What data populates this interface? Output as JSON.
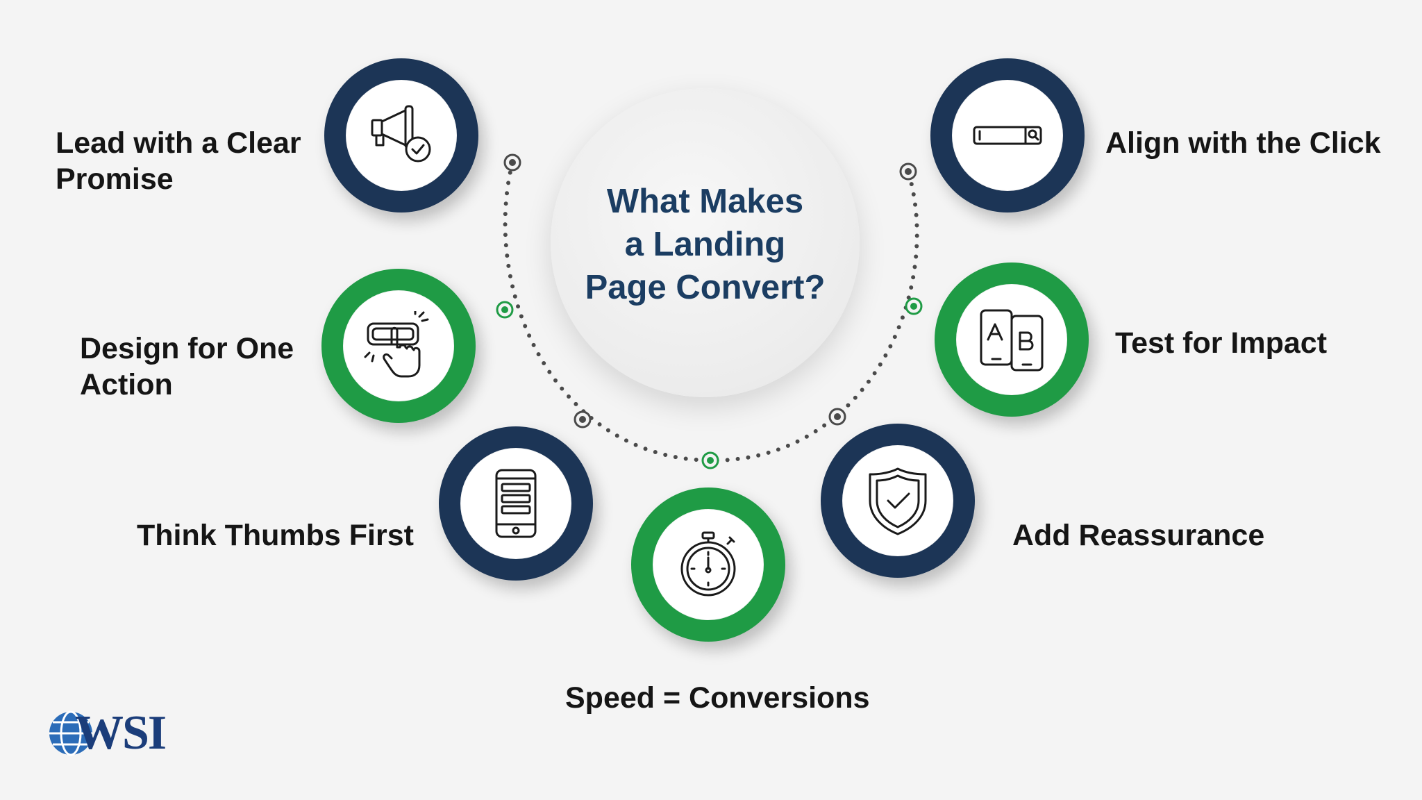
{
  "title": "What Makes\na Landing\nPage Convert?",
  "colors": {
    "navy": "#1c3556",
    "green": "#1f9b45",
    "title": "#1b3d62",
    "background": "#f4f4f4",
    "connector": "#4a4a4a"
  },
  "items": [
    {
      "label": "Lead with a Clear\nPromise",
      "icon": "megaphone-check-icon",
      "ring": "navy"
    },
    {
      "label": "Design for One\nAction",
      "icon": "tap-button-icon",
      "ring": "green"
    },
    {
      "label": "Think Thumbs First",
      "icon": "smartphone-icon",
      "ring": "navy"
    },
    {
      "label": "Speed = Conversions",
      "icon": "stopwatch-icon",
      "ring": "green"
    },
    {
      "label": "Add Reassurance",
      "icon": "shield-check-icon",
      "ring": "navy"
    },
    {
      "label": "Test for Impact",
      "icon": "ab-test-icon",
      "ring": "green"
    },
    {
      "label": "Align with the Click",
      "icon": "search-bar-icon",
      "ring": "navy"
    }
  ],
  "logo": {
    "text": "WSI",
    "icon": "globe-icon"
  }
}
